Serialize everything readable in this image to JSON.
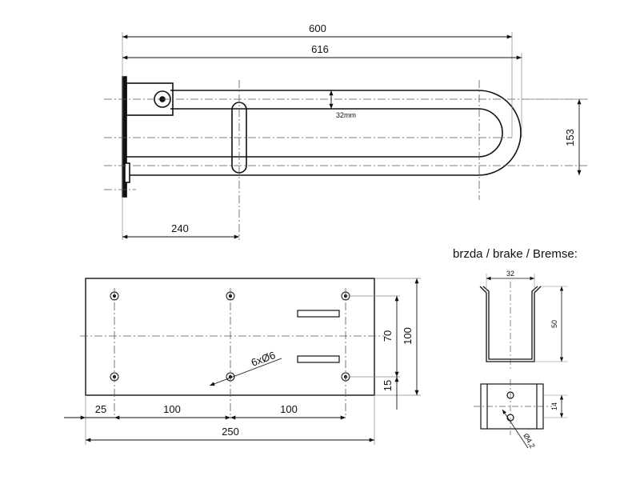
{
  "top_view": {
    "dim_600": "600",
    "dim_616": "616",
    "dim_153": "153",
    "dim_240": "240",
    "dim_32mm": "32mm"
  },
  "plate_view": {
    "dim_25": "25",
    "dim_100_left": "100",
    "dim_100_right": "100",
    "dim_250": "250",
    "dim_70": "70",
    "dim_100_height": "100",
    "dim_15": "15",
    "holes_label": "6xØ6"
  },
  "brake_view": {
    "title": "brzda / brake / Bremse:",
    "dim_32": "32",
    "dim_50": "50",
    "dim_14": "14",
    "dia_label": "Ø4,2"
  }
}
